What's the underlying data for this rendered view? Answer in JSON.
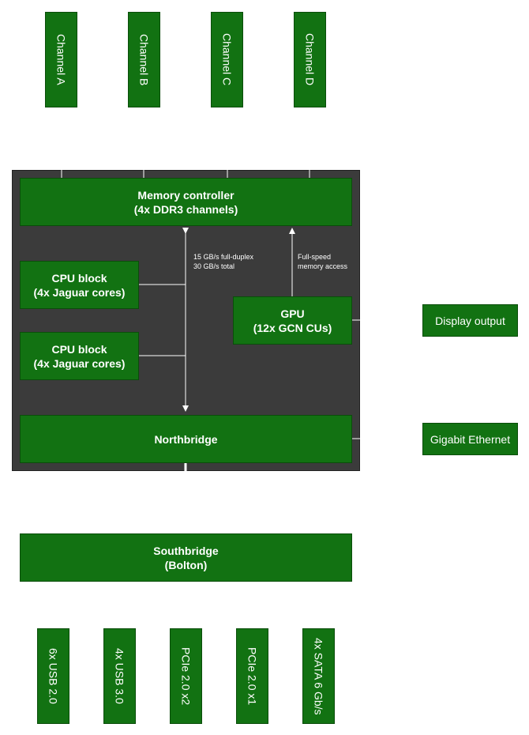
{
  "channels": [
    {
      "label": "Channel A"
    },
    {
      "label": "Channel B"
    },
    {
      "label": "Channel C"
    },
    {
      "label": "Channel D"
    }
  ],
  "memory_controller": {
    "line1": "Memory controller",
    "line2": "(4x DDR3 channels)"
  },
  "cpu_blocks": [
    {
      "line1": "CPU block",
      "line2": "(4x Jaguar cores)"
    },
    {
      "line1": "CPU block",
      "line2": "(4x Jaguar cores)"
    }
  ],
  "gpu": {
    "line1": "GPU",
    "line2": "(12x GCN CUs)"
  },
  "northbridge": {
    "label": "Northbridge"
  },
  "southbridge": {
    "line1": "Southbridge",
    "line2": "(Bolton)"
  },
  "display_output": {
    "label": "Display output"
  },
  "ethernet": {
    "label": "Gigabit Ethernet"
  },
  "annotations": {
    "bandwidth_line1": "15 GB/s full-duplex",
    "bandwidth_line2": "30 GB/s total",
    "gpu_access_line1": "Full-speed",
    "gpu_access_line2": "memory access"
  },
  "io": [
    {
      "label": "6x USB 2.0"
    },
    {
      "label": "4x USB 3.0"
    },
    {
      "label": "PCIe 2.0 x2"
    },
    {
      "label": "PCIe 2.0 x1"
    },
    {
      "label": "4x SATA 6 Gb/s"
    }
  ],
  "colors": {
    "box_fill": "#127212",
    "box_border": "#0a4d0a",
    "soc_background": "#3b3b3b",
    "connector": "#ffffff"
  }
}
